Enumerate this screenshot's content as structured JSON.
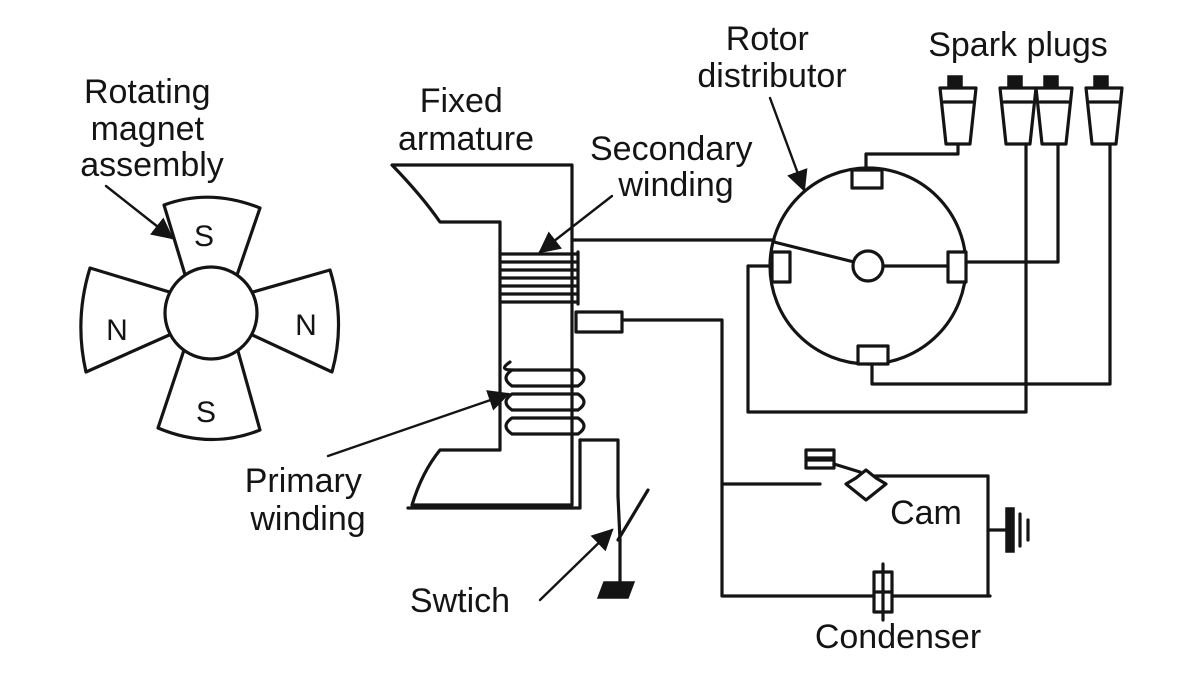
{
  "labels": {
    "rotating_magnet": [
      "Rotating",
      "magnet",
      "assembly"
    ],
    "fixed_armature": [
      "Fixed",
      "armature"
    ],
    "rotor_distributor": [
      "Rotor",
      "distributor"
    ],
    "spark_plugs": "Spark plugs",
    "secondary_winding": [
      "Secondary",
      "winding"
    ],
    "primary_winding": [
      "Primary",
      "winding"
    ],
    "switch": "Swtich",
    "cam": "Cam",
    "condenser": "Condenser"
  },
  "poles": {
    "top": "S",
    "bottom": "S",
    "left": "N",
    "right": "N"
  },
  "colors": {
    "ink": "#141414",
    "background": "#ffffff"
  }
}
